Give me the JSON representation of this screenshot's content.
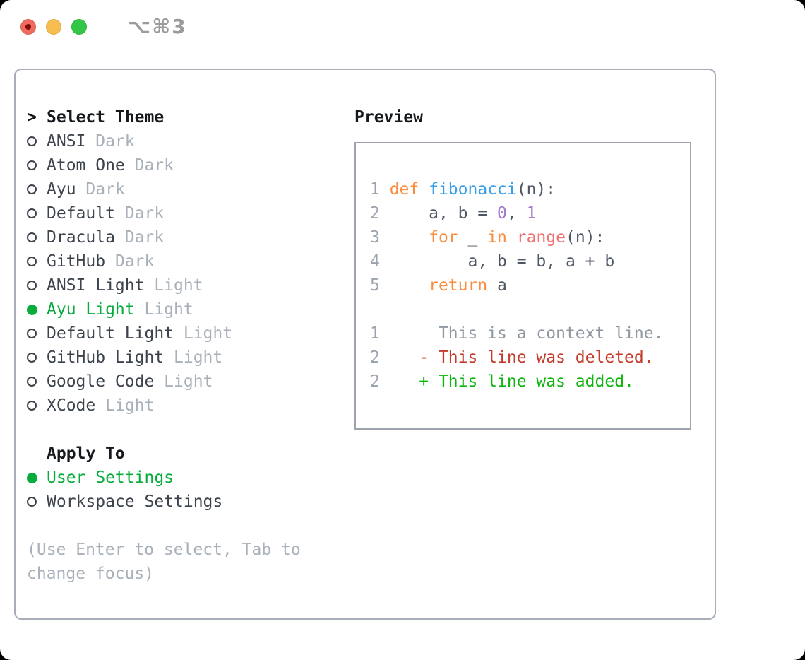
{
  "window": {
    "title_shortcut": "⌥⌘3"
  },
  "titlebar": {
    "buttons": [
      "close",
      "minimize",
      "zoom"
    ]
  },
  "theme_list": {
    "prompt": ">",
    "header": "Select Theme",
    "items": [
      {
        "name": "ANSI",
        "variant": "Dark",
        "selected": false
      },
      {
        "name": "Atom One",
        "variant": "Dark",
        "selected": false
      },
      {
        "name": "Ayu",
        "variant": "Dark",
        "selected": false
      },
      {
        "name": "Default",
        "variant": "Dark",
        "selected": false
      },
      {
        "name": "Dracula",
        "variant": "Dark",
        "selected": false
      },
      {
        "name": "GitHub",
        "variant": "Dark",
        "selected": false
      },
      {
        "name": "ANSI Light",
        "variant": "Light",
        "selected": false
      },
      {
        "name": "Ayu Light",
        "variant": "Light",
        "selected": true
      },
      {
        "name": "Default Light",
        "variant": "Light",
        "selected": false
      },
      {
        "name": "GitHub Light",
        "variant": "Light",
        "selected": false
      },
      {
        "name": "Google Code",
        "variant": "Light",
        "selected": false
      },
      {
        "name": "XCode",
        "variant": "Light",
        "selected": false
      }
    ]
  },
  "apply_to": {
    "header": "Apply To",
    "options": [
      {
        "label": "User Settings",
        "selected": true
      },
      {
        "label": "Workspace Settings",
        "selected": false
      }
    ]
  },
  "help_text": "(Use Enter to select, Tab to change focus)",
  "preview": {
    "header": "Preview",
    "lines": [
      [
        {
          "t": "1 ",
          "c": "num"
        },
        {
          "t": "def",
          "c": "kw"
        },
        {
          "t": " ",
          "c": "plain"
        },
        {
          "t": "fibonacci",
          "c": "fn"
        },
        {
          "t": "(n):",
          "c": "plain"
        }
      ],
      [
        {
          "t": "2 ",
          "c": "num"
        },
        {
          "t": "    a, b = ",
          "c": "plain"
        },
        {
          "t": "0",
          "c": "const"
        },
        {
          "t": ", ",
          "c": "plain"
        },
        {
          "t": "1",
          "c": "const"
        }
      ],
      [
        {
          "t": "3 ",
          "c": "num"
        },
        {
          "t": "    ",
          "c": "plain"
        },
        {
          "t": "for",
          "c": "kw"
        },
        {
          "t": " _ ",
          "c": "plain"
        },
        {
          "t": "in",
          "c": "kw"
        },
        {
          "t": " ",
          "c": "plain"
        },
        {
          "t": "range",
          "c": "special"
        },
        {
          "t": "(n):",
          "c": "plain"
        }
      ],
      [
        {
          "t": "4 ",
          "c": "num"
        },
        {
          "t": "        a, b = b, a + b",
          "c": "plain"
        }
      ],
      [
        {
          "t": "5 ",
          "c": "num"
        },
        {
          "t": "    ",
          "c": "plain"
        },
        {
          "t": "return",
          "c": "kw"
        },
        {
          "t": " a",
          "c": "plain"
        }
      ],
      [],
      [
        {
          "t": "1",
          "c": "num"
        },
        {
          "t": "      This is a context line.",
          "c": "context"
        }
      ],
      [
        {
          "t": "2",
          "c": "num"
        },
        {
          "t": "    ",
          "c": "plain"
        },
        {
          "t": "- This line was deleted.",
          "c": "del"
        }
      ],
      [
        {
          "t": "2",
          "c": "num"
        },
        {
          "t": "    ",
          "c": "plain"
        },
        {
          "t": "+ This line was added.",
          "c": "add"
        }
      ]
    ]
  },
  "colors": {
    "light_red": "#F06A5E",
    "light_red_dot": "#7E0D06",
    "light_yellow": "#F6BE50",
    "light_green": "#33C748",
    "title_gray": "#9B9B9B",
    "panel_border": "#A8AEB8",
    "preview_border": "#9CA3AD",
    "header_black": "#15181C",
    "name_dark": "#3C434C",
    "tag_gray": "#A8B0B9",
    "select_green": "#08AC3C",
    "code_num": "#9AA3AD",
    "code_plain": "#4D5662",
    "code_kw": "#FA8D3E",
    "code_fn": "#399EE6",
    "code_const": "#A37ACC",
    "code_special": "#F07171",
    "code_context": "#8F98A1",
    "code_del": "#C33B2B",
    "code_add": "#0FB50F"
  }
}
